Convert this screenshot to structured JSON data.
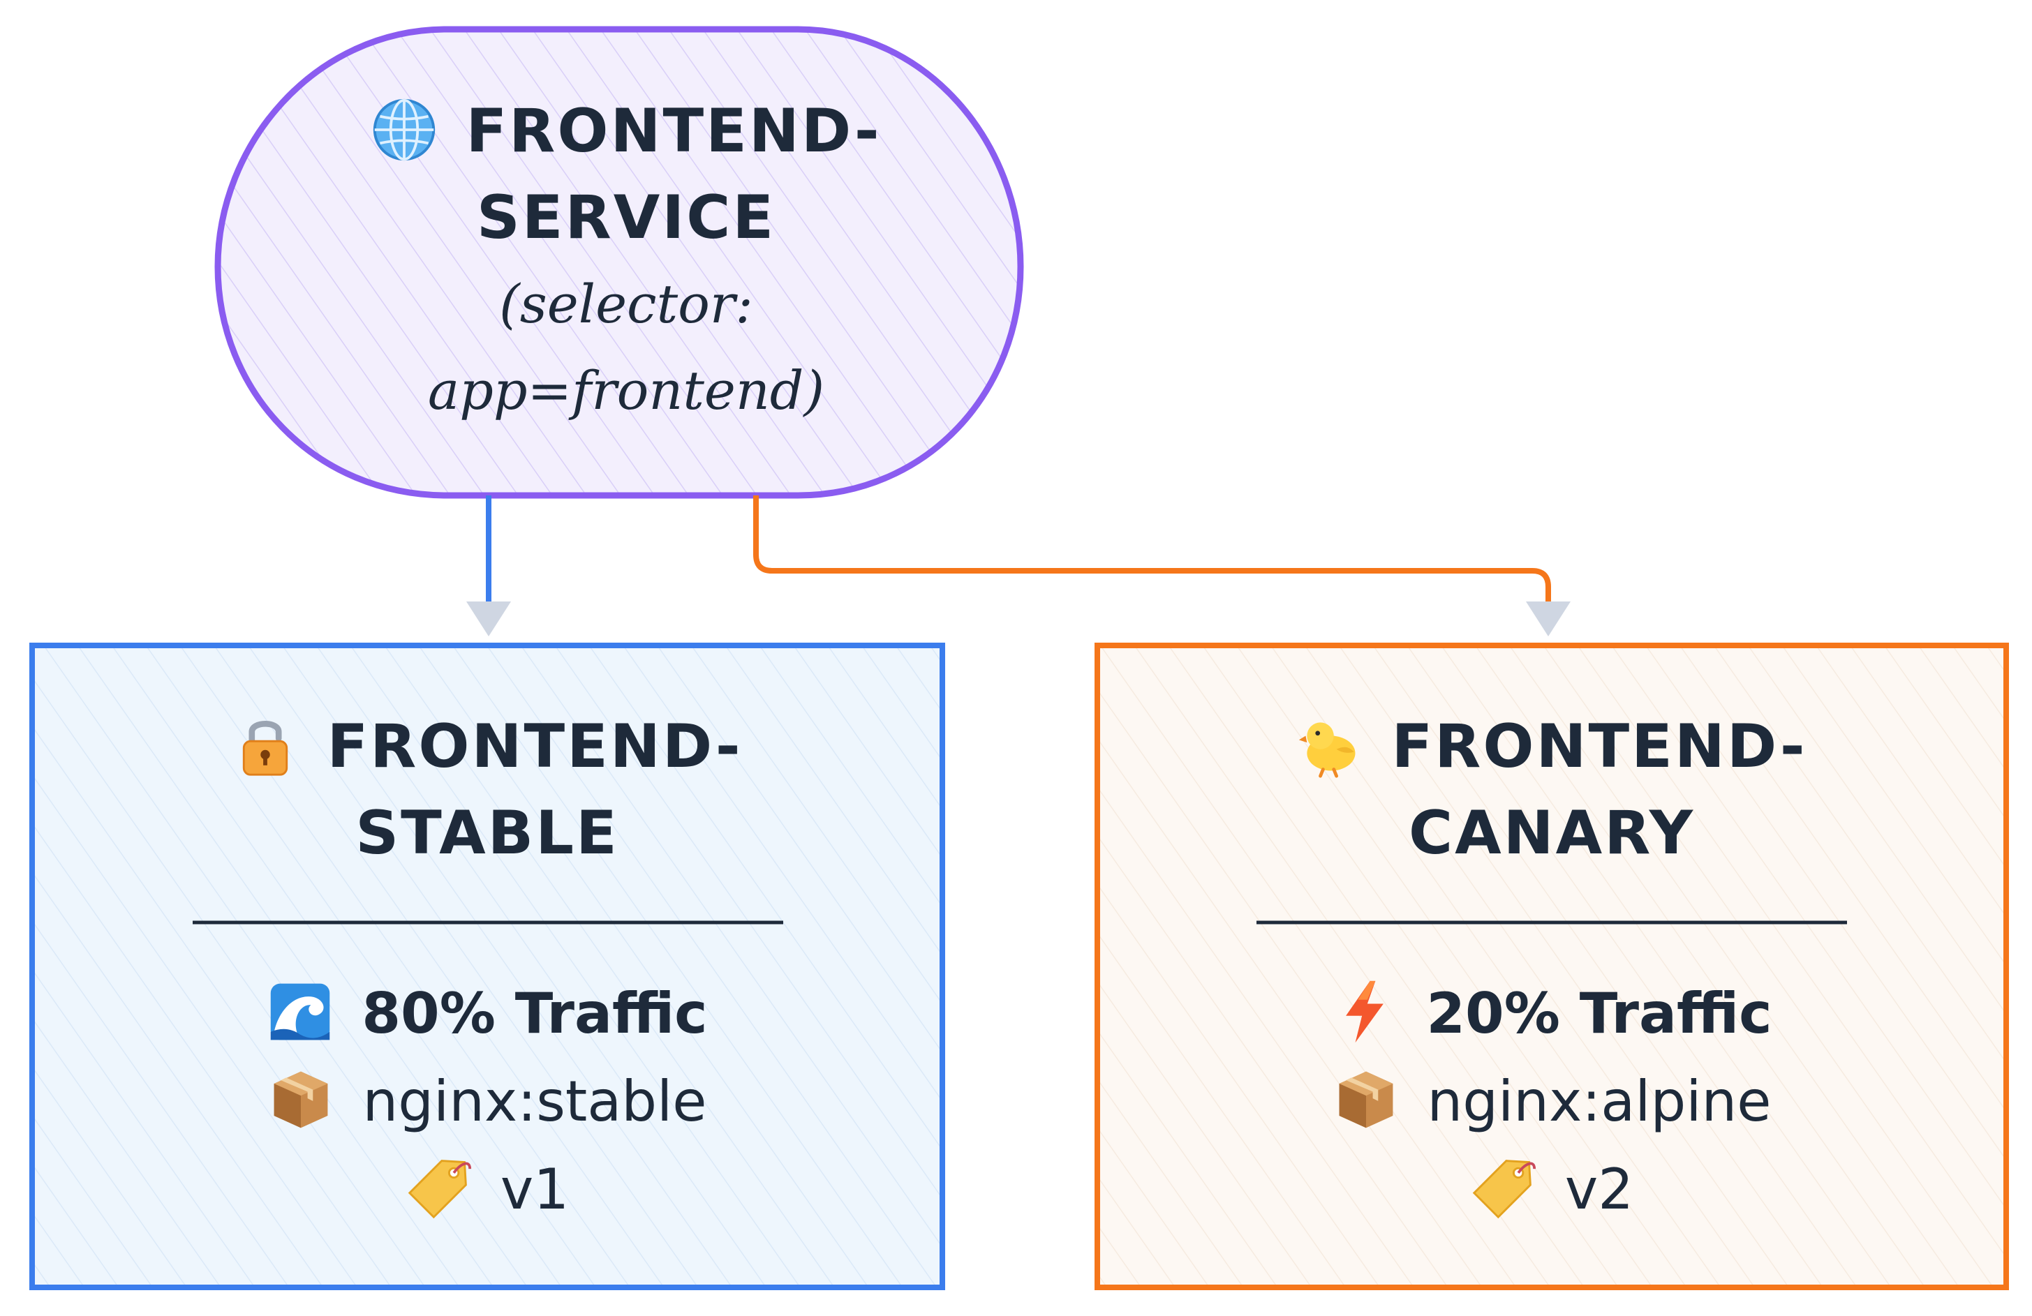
{
  "colors": {
    "service_stroke": "#8a5cf0",
    "service_fill": "#f3effd",
    "stable_stroke": "#3b7ded",
    "stable_fill": "#eef6fd",
    "canary_stroke": "#f5761a",
    "canary_fill": "#fdf8f3",
    "arrowhead": "#cfd6e2",
    "text": "#1e2a3a"
  },
  "service": {
    "icon": "globe-icon",
    "title_line1": "FRONTEND-",
    "title_line2": "SERVICE",
    "selector_line1": "(selector:",
    "selector_line2": "app=frontend)"
  },
  "stable": {
    "icon": "lock-icon",
    "title_line1": "FRONTEND-",
    "title_line2": "STABLE",
    "traffic_icon": "wave-icon",
    "traffic": "80% Traffic",
    "image_icon": "package-icon",
    "image": "nginx:stable",
    "version_icon": "tag-icon",
    "version": "v1"
  },
  "canary": {
    "icon": "chick-icon",
    "title_line1": "FRONTEND-",
    "title_line2": "CANARY",
    "traffic_icon": "lightning-icon",
    "traffic": "20% Traffic",
    "image_icon": "package-icon",
    "image": "nginx:alpine",
    "version_icon": "tag-icon",
    "version": "v2"
  }
}
